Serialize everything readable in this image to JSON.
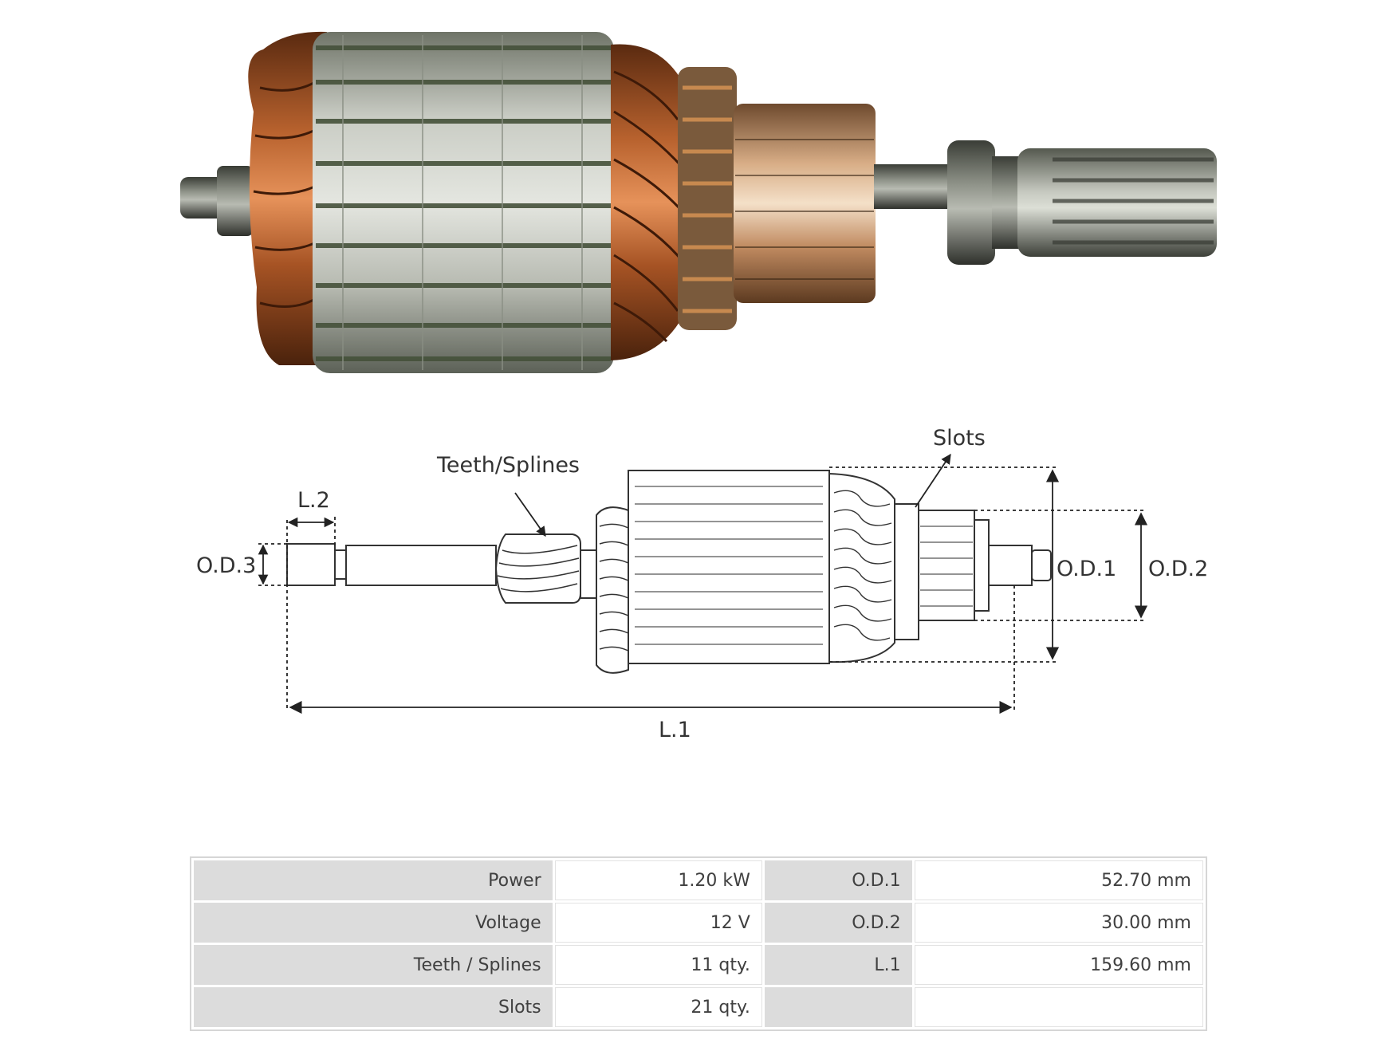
{
  "diagram": {
    "labels": {
      "teeth_splines": "Teeth/Splines",
      "slots": "Slots",
      "l2": "L.2",
      "od3": "O.D.3",
      "od1": "O.D.1",
      "od2": "O.D.2",
      "l1": "L.1"
    }
  },
  "specs": {
    "rows": [
      {
        "label1": "Power",
        "value1": "1.20 kW",
        "label2": "O.D.1",
        "value2": "52.70 mm"
      },
      {
        "label1": "Voltage",
        "value1": "12 V",
        "label2": "O.D.2",
        "value2": "30.00 mm"
      },
      {
        "label1": "Teeth / Splines",
        "value1": "11 qty.",
        "label2": "L.1",
        "value2": "159.60 mm"
      },
      {
        "label1": "Slots",
        "value1": "21 qty.",
        "label2": "",
        "value2": ""
      }
    ]
  }
}
